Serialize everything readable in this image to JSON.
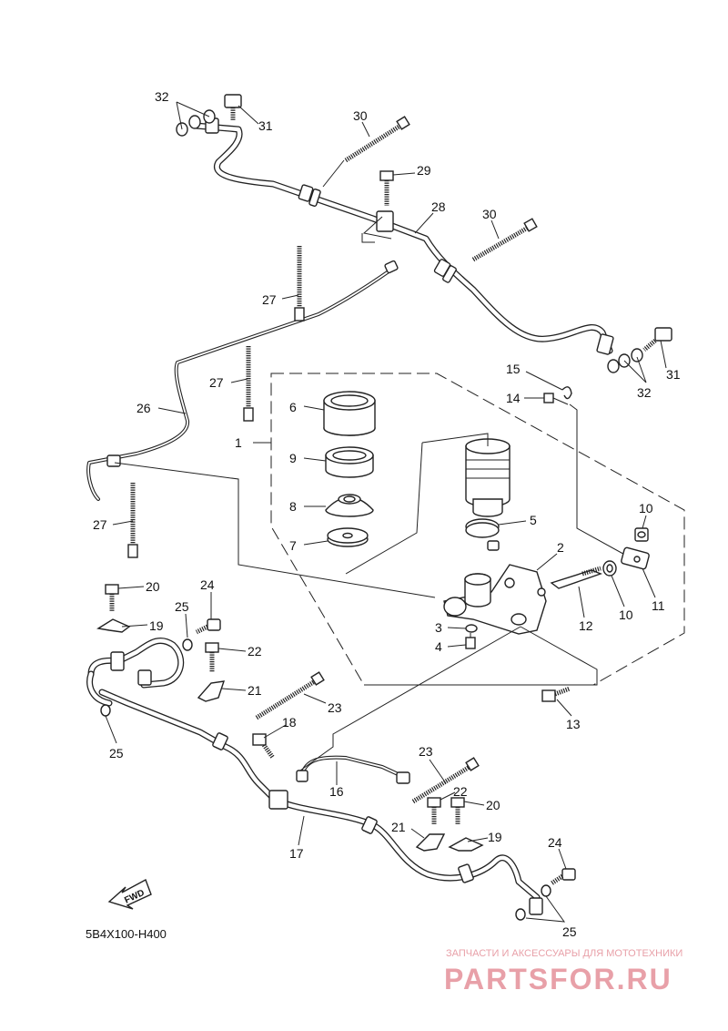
{
  "callouts": {
    "c1": "1",
    "c2": "2",
    "c3": "3",
    "c4": "4",
    "c5": "5",
    "c6": "6",
    "c7": "7",
    "c8": "8",
    "c9": "9",
    "c10a": "10",
    "c10b": "10",
    "c11": "11",
    "c12": "12",
    "c13": "13",
    "c14": "14",
    "c15": "15",
    "c16": "16",
    "c17": "17",
    "c18": "18",
    "c19a": "19",
    "c19b": "19",
    "c20a": "20",
    "c20b": "20",
    "c21a": "21",
    "c21b": "21",
    "c22a": "22",
    "c22b": "22",
    "c23a": "23",
    "c23b": "23",
    "c24a": "24",
    "c24b": "24",
    "c25a": "25",
    "c25b": "25",
    "c25c": "25",
    "c26": "26",
    "c27a": "27",
    "c27b": "27",
    "c27c": "27",
    "c28": "28",
    "c29": "29",
    "c30a": "30",
    "c30b": "30",
    "c31a": "31",
    "c31b": "31",
    "c32a": "32",
    "c32b": "32"
  },
  "fwd_label": "FWD",
  "diagram_code": "5B4X100-H400",
  "watermark": {
    "tagline": "ЗАПЧАСТИ И АКСЕССУАРЫ ДЛЯ МОТОТЕХНИКИ",
    "brand": "PARTSFOR.RU",
    "color": "#e8a0a8"
  }
}
